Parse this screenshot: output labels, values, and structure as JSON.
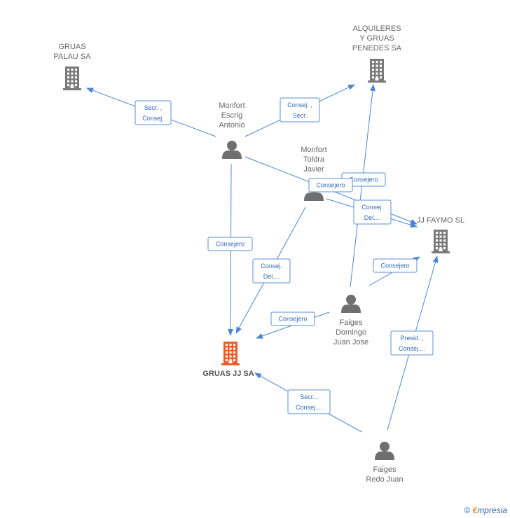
{
  "nodes": [
    {
      "id": "gruas_palau",
      "type": "company",
      "lines": [
        "GRUAS",
        "PALAU SA"
      ]
    },
    {
      "id": "alquileres",
      "type": "company",
      "lines": [
        "ALQUILERES",
        "Y GRUAS",
        "PENEDES SA"
      ]
    },
    {
      "id": "jj_faymo",
      "type": "company",
      "lines": [
        "JJ FAYMO SL"
      ]
    },
    {
      "id": "gruas_jj",
      "type": "company_main",
      "lines": [
        "GRUAS JJ SA"
      ]
    },
    {
      "id": "monfort_escrig",
      "type": "person",
      "lines": [
        "Monfort",
        "Escrig",
        "Antonio"
      ]
    },
    {
      "id": "monfort_toldra",
      "type": "person",
      "lines": [
        "Monfort",
        "Toldra",
        "Javier"
      ]
    },
    {
      "id": "faiges_domingo",
      "type": "person",
      "lines": [
        "Faiges",
        "Domingo",
        "Juan Jose"
      ]
    },
    {
      "id": "faiges_redo",
      "type": "person",
      "lines": [
        "Faiges",
        "Redo Juan"
      ]
    }
  ],
  "edges": [
    {
      "from": "monfort_escrig",
      "to": "gruas_palau",
      "label": [
        "Secr. ,",
        "Consej."
      ]
    },
    {
      "from": "monfort_escrig",
      "to": "alquileres",
      "label": [
        "Consej. ,",
        "Secr."
      ]
    },
    {
      "from": "monfort_escrig",
      "to": "gruas_jj",
      "label": [
        "Consejero"
      ]
    },
    {
      "from": "monfort_escrig",
      "to": "jj_faymo",
      "label": [
        "Consejero"
      ]
    },
    {
      "from": "monfort_toldra",
      "to": "jj_faymo",
      "label": [
        "Consej.",
        "Del...."
      ]
    },
    {
      "from": "monfort_toldra",
      "to": "gruas_jj",
      "label": [
        "Consej.",
        "Del...."
      ]
    },
    {
      "from": "faiges_domingo",
      "to": "alquileres",
      "label": [
        "Consejero"
      ]
    },
    {
      "from": "faiges_domingo",
      "to": "jj_faymo",
      "label": [
        "Consejero"
      ]
    },
    {
      "from": "faiges_domingo",
      "to": "gruas_jj",
      "label": [
        "Consejero"
      ]
    },
    {
      "from": "faiges_redo",
      "to": "gruas_jj",
      "label": [
        "Secr. ,",
        "Consej...."
      ]
    },
    {
      "from": "faiges_redo",
      "to": "jj_faymo",
      "label": [
        "Presid. ,",
        "Consej...."
      ]
    }
  ],
  "colors": {
    "company": "#7a7a7a",
    "company_main": "#f05a28",
    "person": "#6f6f6f",
    "edge": "#4a86d8"
  },
  "watermark": {
    "copyright": "©",
    "brand_first": "€",
    "brand_rest": "mpresia"
  }
}
